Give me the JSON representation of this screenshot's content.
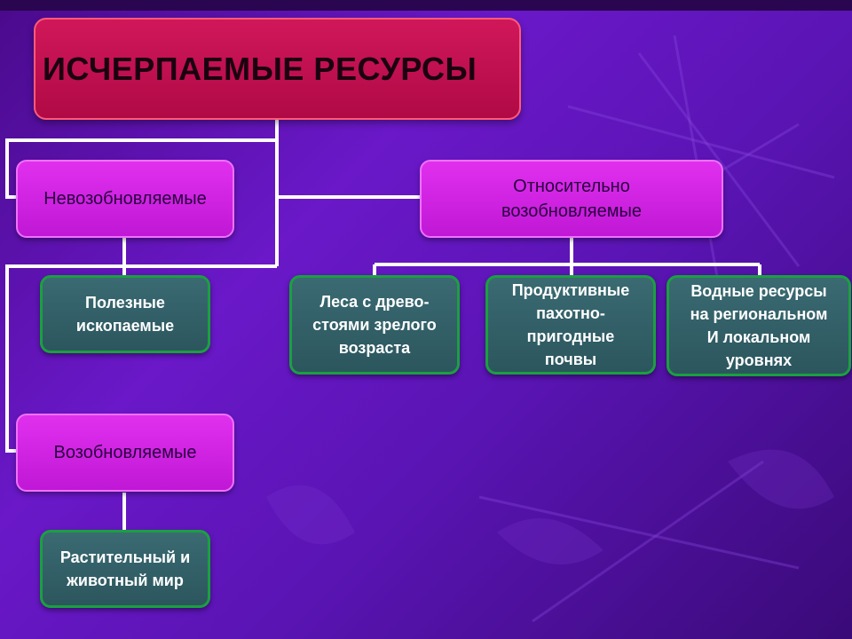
{
  "diagram": {
    "title": "ИСЧЕРПАЕМЫЕ РЕСУРСЫ",
    "categories": {
      "nonrenewable": "Невозобновляемые",
      "relatively_renewable": [
        "Относительно",
        "возобновляемые"
      ],
      "renewable": "Возобновляемые"
    },
    "items": {
      "minerals": [
        "Полезные",
        "ископаемые"
      ],
      "forests": [
        "Леса с древо-",
        "стоями зрелого",
        "возраста"
      ],
      "soils": [
        "Продуктивные",
        "пахотно-",
        "пригодные",
        "почвы"
      ],
      "water": [
        "Водные ресурсы",
        "на региональном",
        "И локальном",
        "уровнях"
      ],
      "flora_fauna": [
        "Растительный и",
        "животный мир"
      ]
    }
  },
  "colors": {
    "background": "#5a14b4",
    "title_fill": "#c0104e",
    "category_fill": "#d024e2",
    "item_fill": "#336068",
    "item_border": "#1aa040",
    "connector": "#ffffff"
  }
}
